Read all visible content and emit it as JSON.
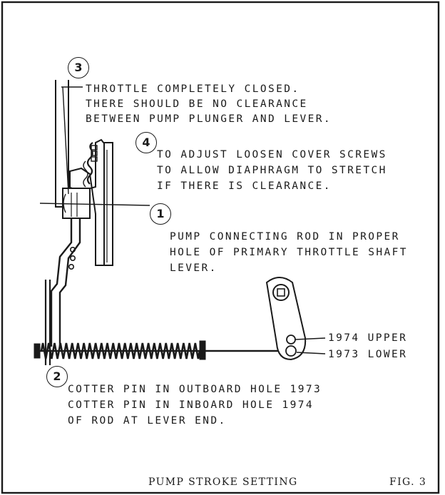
{
  "callouts": [
    {
      "number": "3",
      "lines": [
        "THROTTLE COMPLETELY CLOSED.",
        "THERE SHOULD BE NO CLEARANCE",
        "BETWEEN PUMP PLUNGER AND LEVER."
      ]
    },
    {
      "number": "4",
      "lines": [
        "TO ADJUST LOOSEN COVER SCREWS",
        "TO ALLOW DIAPHRAGM TO STRETCH",
        "IF THERE IS CLEARANCE."
      ]
    },
    {
      "number": "1",
      "lines": [
        "PUMP CONNECTING ROD IN PROPER",
        "HOLE OF PRIMARY THROTTLE SHAFT",
        "LEVER."
      ]
    },
    {
      "number": "2",
      "lines": [
        "COTTER PIN IN OUTBOARD HOLE 1973",
        "COTTER PIN IN INBOARD HOLE 1974",
        "OF ROD AT LEVER END."
      ]
    }
  ],
  "hole_labels": {
    "upper": "1974 UPPER",
    "lower": "1973 LOWER"
  },
  "caption": {
    "title": "PUMP STROKE SETTING",
    "figure": "FIG. 3"
  }
}
